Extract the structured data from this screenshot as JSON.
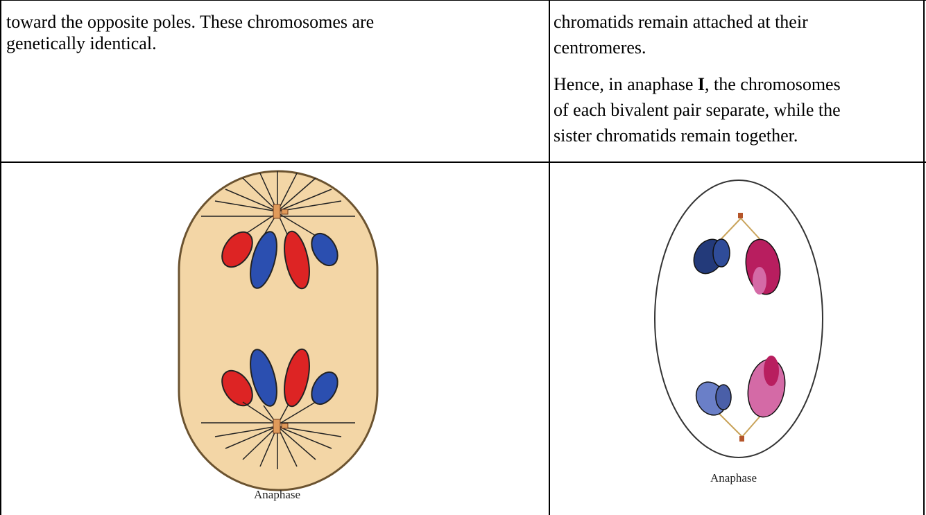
{
  "left_column": {
    "text_lines": [
      "toward the opposite poles. These chromosomes are",
      "genetically identical."
    ],
    "figure": {
      "caption": "Anaphase",
      "colors": {
        "cell_fill": "#f3d6a6",
        "cell_outline": "#6b5330",
        "chromosome_red": "#dd2424",
        "chromosome_blue": "#2b4fb0",
        "centrosome": "#e09a5a"
      }
    }
  },
  "right_column": {
    "para1_lines": [
      "chromatids remain attached at their",
      "centromeres."
    ],
    "para2": {
      "line1_before": "Hence, in anaphase ",
      "line1_bold": "I",
      "line1_after": ", the chromosomes",
      "line2": "of each bivalent pair separate, while the",
      "line3": "sister chromatids remain together."
    },
    "figure": {
      "caption": "Anaphase",
      "colors": {
        "cell_outline": "#333333",
        "chromosome_navy": "#233a7a",
        "chromosome_magenta": "#b81e5f",
        "chromosome_light_blue": "#6a7fc8",
        "chromosome_pink": "#d46aa6",
        "spindle": "#c9a35a"
      }
    }
  }
}
